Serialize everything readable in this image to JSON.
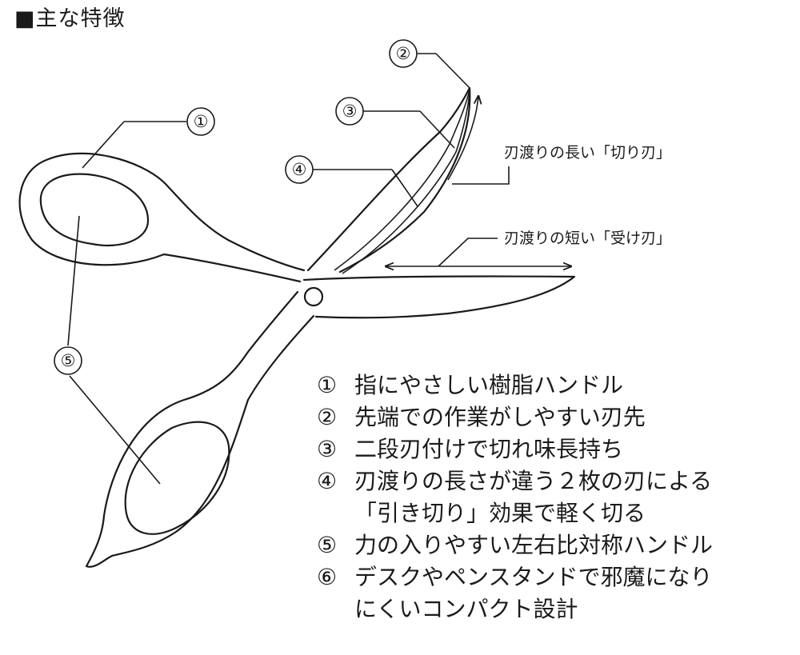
{
  "title": "■主な特徴",
  "callouts": [
    "①",
    "②",
    "③",
    "④",
    "⑤"
  ],
  "blade_labels": {
    "long": "刃渡りの長い「切り刃」",
    "short": "刃渡りの短い「受け刃」"
  },
  "features": [
    {
      "num": "①",
      "lines": [
        "指にやさしい樹脂ハンドル"
      ]
    },
    {
      "num": "②",
      "lines": [
        "先端での作業がしやすい刃先"
      ]
    },
    {
      "num": "③",
      "lines": [
        "二段刃付けで切れ味長持ち"
      ]
    },
    {
      "num": "④",
      "lines": [
        "刃渡りの長さが違う２枚の刃による",
        "「引き切り」効果で軽く切る"
      ]
    },
    {
      "num": "⑤",
      "lines": [
        "力の入りやすい左右比対称ハンドル"
      ]
    },
    {
      "num": "⑥",
      "lines": [
        "デスクやペンスタンドで邪魔になり",
        "にくいコンパクト設計"
      ]
    }
  ]
}
